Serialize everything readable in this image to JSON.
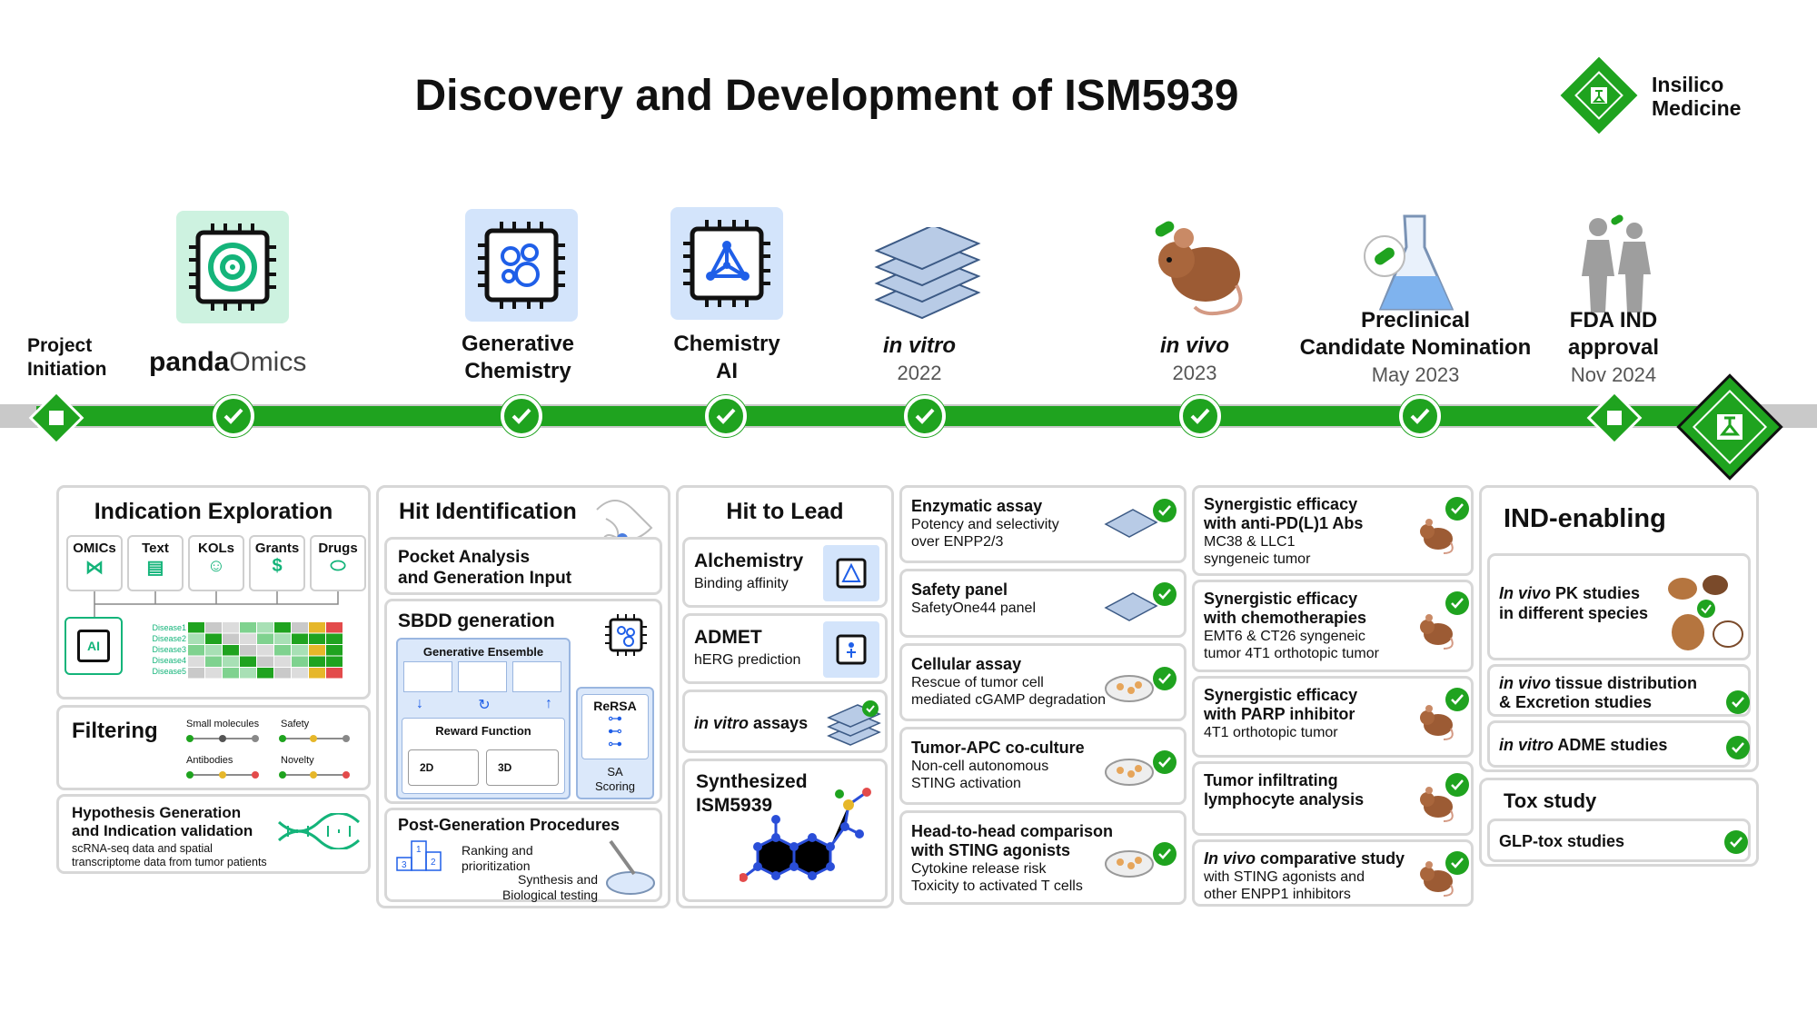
{
  "title": "Discovery and Development of ISM5939",
  "logo": {
    "line1": "Insilico",
    "line2": "Medicine"
  },
  "colors": {
    "green": "#1fa31f",
    "blue": "#1f5fe8",
    "teal": "#14b47a"
  },
  "milestones": {
    "project": {
      "l1": "Project",
      "l2": "Initiation"
    },
    "panda": {
      "a": "panda",
      "b": "Omics"
    },
    "genchem": {
      "l1": "Generative",
      "l2": "Chemistry"
    },
    "chemai": {
      "l1": "Chemistry",
      "l2": "AI"
    },
    "invitro": {
      "l1": "in vitro",
      "date": "2022"
    },
    "invivo": {
      "l1": "in vivo",
      "date": "2023"
    },
    "pcc": {
      "l1": "Preclinical",
      "l2": "Candidate Nomination",
      "date": "May 2023"
    },
    "fda": {
      "l1": "FDA IND",
      "l2": "approval",
      "date": "Nov 2024"
    }
  },
  "indication": {
    "title": "Indication Exploration",
    "cats": [
      "OMICs",
      "Text",
      "KOLs",
      "Grants",
      "Drugs"
    ],
    "ai": "AI",
    "diseases": [
      "Disease1",
      "Disease2",
      "Disease3",
      "Disease4",
      "Disease5"
    ],
    "filtering": {
      "title": "Filtering",
      "a": "Small molecules",
      "b": "Safety",
      "c": "Antibodies",
      "d": "Novelty"
    },
    "hypo": {
      "l1": "Hypothesis Generation",
      "l2": "and Indication validation",
      "s1": "scRNA-seq data and spatial",
      "s2": "transcriptome data from tumor patients"
    }
  },
  "hit": {
    "title": "Hit Identification",
    "pocket": {
      "l1": "Pocket Analysis",
      "l2": "and Generation Input"
    },
    "sbdd": {
      "title": "SBDD generation",
      "ensemble": "Generative Ensemble",
      "reward": "Reward Function",
      "d2": "2D",
      "d3": "3D",
      "rersa": "ReRSA",
      "sa1": "SA",
      "sa2": "Scoring"
    },
    "post": {
      "title": "Post-Generation Procedures",
      "r1": "Ranking and",
      "r2": "prioritization",
      "s1": "Synthesis and",
      "s2": "Biological testing",
      "p1": "1",
      "p2": "2",
      "p3": "3"
    }
  },
  "lead": {
    "title": "Hit to Lead",
    "alch": {
      "t": "Alchemistry",
      "s": "Binding affinity"
    },
    "admet": {
      "t": "ADMET",
      "s": "hERG prediction"
    },
    "assays": {
      "i": "in vitro",
      "t": " assays"
    },
    "synth": {
      "l1": "Synthesized",
      "l2": "ISM5939"
    }
  },
  "invitro_cards": [
    {
      "t1": "Enzymatic assay",
      "s1": "Potency and selectivity",
      "s2": "over ENPP2/3"
    },
    {
      "t1": "Safety panel",
      "s1": "SafetyOne44 panel"
    },
    {
      "t1": "Cellular assay",
      "s1": "Rescue of tumor cell",
      "s2": "mediated cGAMP degradation"
    },
    {
      "t1": "Tumor-APC co-culture",
      "s1": "Non-cell autonomous",
      "s2": "STING activation"
    },
    {
      "t1": "Head-to-head comparison",
      "t2": "with STING agonists",
      "s1": "Cytokine release risk",
      "s2": "Toxicity to activated T cells"
    }
  ],
  "invivo_cards": [
    {
      "t1": "Synergistic efficacy",
      "t2": "with anti-PD(L)1 Abs",
      "s1": "MC38 & LLC1",
      "s2": "syngeneic tumor"
    },
    {
      "t1": "Synergistic efficacy",
      "t2": "with chemotherapies",
      "s1": "EMT6 & CT26 syngeneic",
      "s2": "tumor 4T1 orthotopic tumor"
    },
    {
      "t1": "Synergistic efficacy",
      "t2": "with PARP inhibitor",
      "s1": "4T1 orthotopic tumor"
    },
    {
      "t1": "Tumor infiltrating",
      "t2": "lymphocyte analysis"
    },
    {
      "i": "In vivo",
      "t1": "  comparative study",
      "s1": "with STING agonists and",
      "s2": "other ENPP1 inhibitors"
    }
  ],
  "ind": {
    "title": "IND-enabling",
    "pk": {
      "i": "In vivo",
      "t": " PK studies",
      "l2": "in different species"
    },
    "tissue": {
      "i": "in vivo",
      "t": " tissue distribution",
      "l2": "& Excretion studies"
    },
    "adme": {
      "i": "in vitro",
      "t": " ADME studies"
    },
    "tox": {
      "title": "Tox study",
      "glp": "GLP-tox studies"
    }
  }
}
